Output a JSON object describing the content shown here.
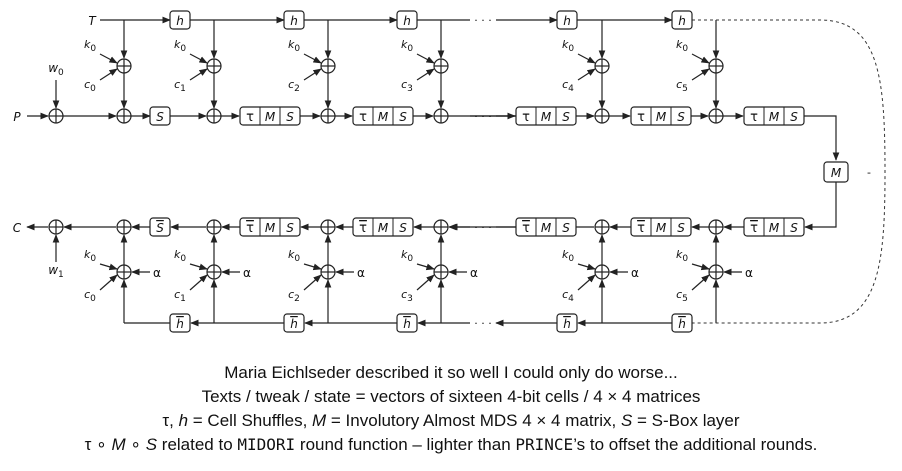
{
  "labels": {
    "T": "T",
    "P": "P",
    "C": "C",
    "w0": "w",
    "w0_sub": "0",
    "w1": "w",
    "w1_sub": "1",
    "k": "k",
    "k_sub": "0",
    "c": "c",
    "c_subs": [
      "0",
      "1",
      "2",
      "3",
      "4",
      "5"
    ],
    "h": "h",
    "hbar": "h",
    "S": "S",
    "Sbar": "S",
    "tau": "τ",
    "M": "M",
    "alpha": "α",
    "ellipsis": "· · ·",
    "middle_M": "M"
  },
  "caption": {
    "line1": "Maria Eichlseder described it so well I could only do worse...",
    "line2": "Texts / tweak / state = vectors of sixteen 4-bit cells / 4 × 4 matrices",
    "line3": {
      "p1": "τ, ",
      "h": "h",
      "p2": " = Cell Shuffles, ",
      "M": "M",
      "p3": " = Involutory Almost MDS 4 × 4 matrix, ",
      "S": "S",
      "p4": " = S-Box layer"
    },
    "line4": {
      "tau": "τ",
      "o1": " ∘ ",
      "M": "M",
      "o2": " ∘ ",
      "S": "S",
      "p1": " related to ",
      "midori": "MIDORI",
      "p2": " round function – lighter than ",
      "prince": "PRINCE",
      "p3": "’s to offset the additional rounds."
    }
  }
}
